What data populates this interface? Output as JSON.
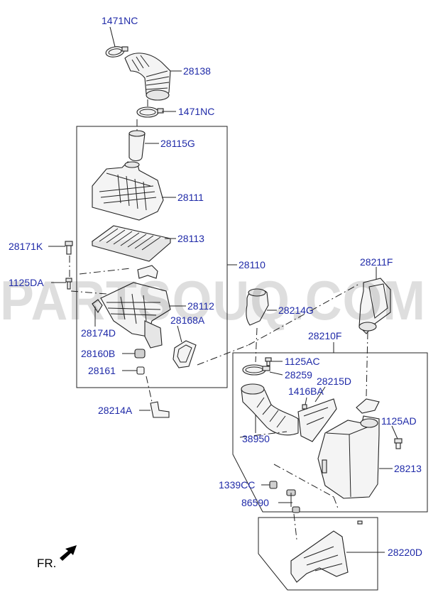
{
  "watermark": "PARTSOUQ.COM",
  "direction_label": "FR.",
  "callouts": {
    "c1471NC_top": "1471NC",
    "c28138": "28138",
    "c1471NC_mid": "1471NC",
    "c28115G": "28115G",
    "c28111": "28111",
    "c28113": "28113",
    "c28171K": "28171K",
    "c28110": "28110",
    "c1125DA": "1125DA",
    "c28112": "28112",
    "c28174D": "28174D",
    "c28168A": "28168A",
    "c28160B": "28160B",
    "c28161": "28161",
    "c28214A": "28214A",
    "c28211F": "28211F",
    "c28214G": "28214G",
    "c28210F": "28210F",
    "c1125AC": "1125AC",
    "c28259": "28259",
    "c28215D": "28215D",
    "c1416BA": "1416BA",
    "c38950": "38950",
    "c1125AD": "1125AD",
    "c28213": "28213",
    "c1339CC": "1339CC",
    "c86590": "86590",
    "c28220D": "28220D"
  }
}
